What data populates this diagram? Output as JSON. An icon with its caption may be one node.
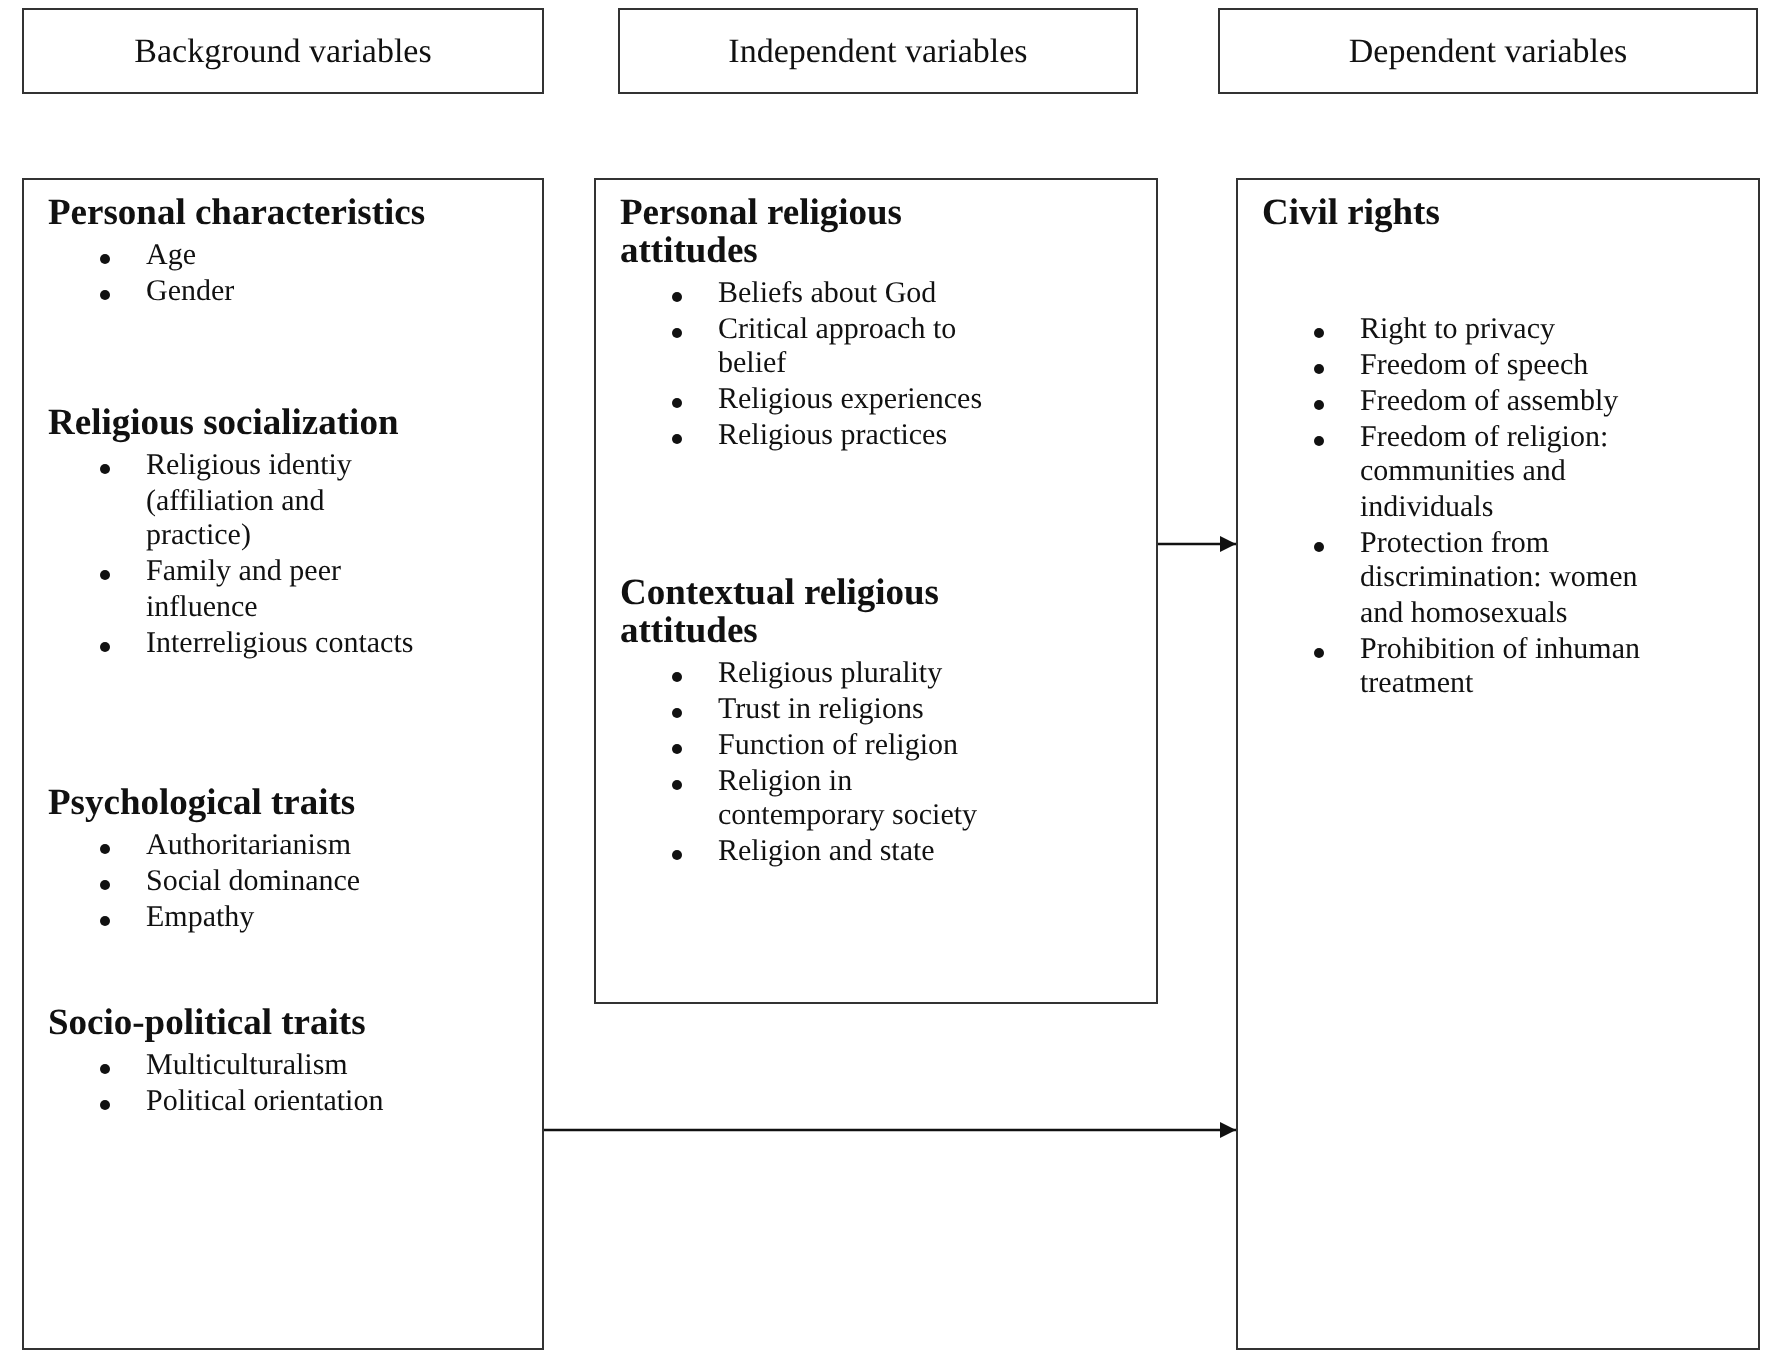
{
  "diagram": {
    "nodes": [
      {
        "text": [
          "Background variables"
        ]
      },
      {
        "text": [
          "Independent variables"
        ]
      },
      {
        "text": [
          "Dependent variables"
        ]
      },
      {
        "text": [],
        "shape": "box"
      },
      {
        "text": [
          "Personal characteristics",
          "Age",
          "Gender"
        ],
        "in": 3
      },
      {
        "text": [
          "Religious socialization",
          "Religious identiy (affiliation and practice)",
          "Family and peer influence",
          "Interreligious contacts"
        ],
        "in": 3
      },
      {
        "text": [
          "Psychological traits",
          "Authoritarianism",
          "Social dominance",
          "Empathy"
        ],
        "in": 3
      },
      {
        "text": [
          "Socio-political traits",
          "Multiculturalism",
          "Political orientation"
        ],
        "in": 3
      },
      {
        "text": [],
        "shape": "box"
      },
      {
        "text": [
          "Personal religious attitudes",
          "Beliefs about God",
          "Critical approach to belief",
          "Religious experiences",
          "Religious practices"
        ],
        "in": 8
      },
      {
        "text": [
          "Contextual religious attitudes",
          "Religious plurality",
          "Trust in religions",
          "Function of religion",
          "Religion in contemporary society",
          "Religion and state"
        ],
        "in": 8
      },
      {
        "text": [],
        "shape": "box"
      },
      {
        "text": [
          "Civil rights",
          "Right to privacy",
          "Freedom of speech",
          "Freedom of assembly",
          "Freedom of religion: communities and individuals",
          "Protection from discrimination: women and homosexuals",
          "Prohibition of inhuman treatment"
        ],
        "in": 11
      }
    ],
    "edges": [
      {
        "from": 8,
        "to": 11,
        "arrow": "to"
      },
      {
        "from": 3,
        "to": 11,
        "arrow": "to"
      }
    ]
  }
}
